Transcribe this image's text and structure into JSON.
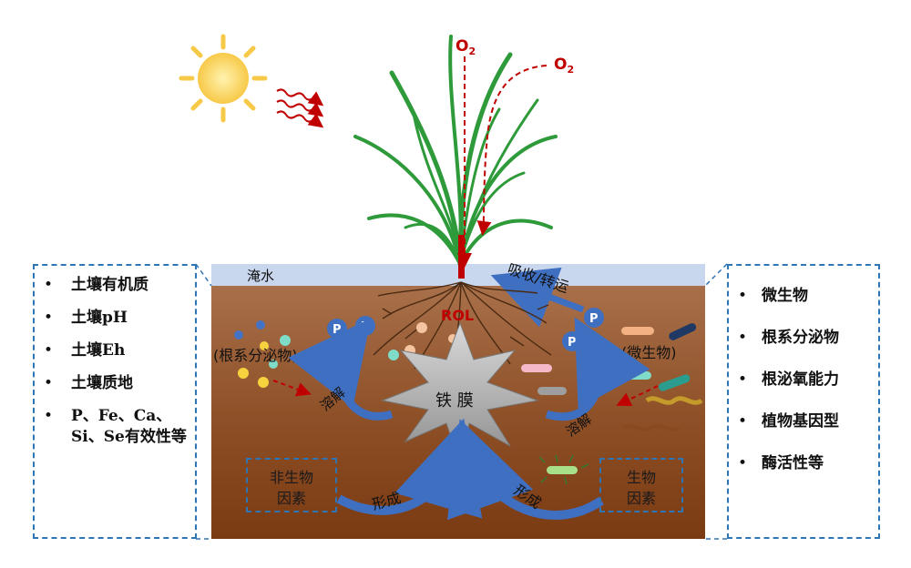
{
  "labels": {
    "o2_a": "O",
    "o2_b": "O",
    "o2_sub": "2",
    "flooding": "淹水",
    "absorb": "吸收/转运",
    "rol": "ROL",
    "root_exudate": "(根系分泌物)",
    "microbe": "(微生物)",
    "dissolve_left": "溶解",
    "dissolve_right": "溶解",
    "iron_plaque": "铁 膜",
    "form_left": "形成",
    "form_right": "形成",
    "p": "P"
  },
  "abiotic_box": {
    "line1": "非生物",
    "line2": "因素"
  },
  "biotic_box": {
    "line1": "生物",
    "line2": "因素"
  },
  "left_panel": {
    "items": [
      "土壤有机质",
      "土壤pH",
      "土壤Eh",
      "土壤质地",
      "P、Fe、Ca、Si、Se有效性等"
    ]
  },
  "right_panel": {
    "items": [
      "微生物",
      "根系分泌物",
      "根泌氧能力",
      "植物基因型",
      "酶活性等"
    ]
  },
  "colors": {
    "dashed_blue": "#2e75b6",
    "soil_top": "#a0643c",
    "soil_bottom": "#7a3c15",
    "water": "#c9d7ee",
    "arrow_blue": "#3f6fc1",
    "red": "#c00000",
    "leaf_green": "#2e9a3a"
  }
}
